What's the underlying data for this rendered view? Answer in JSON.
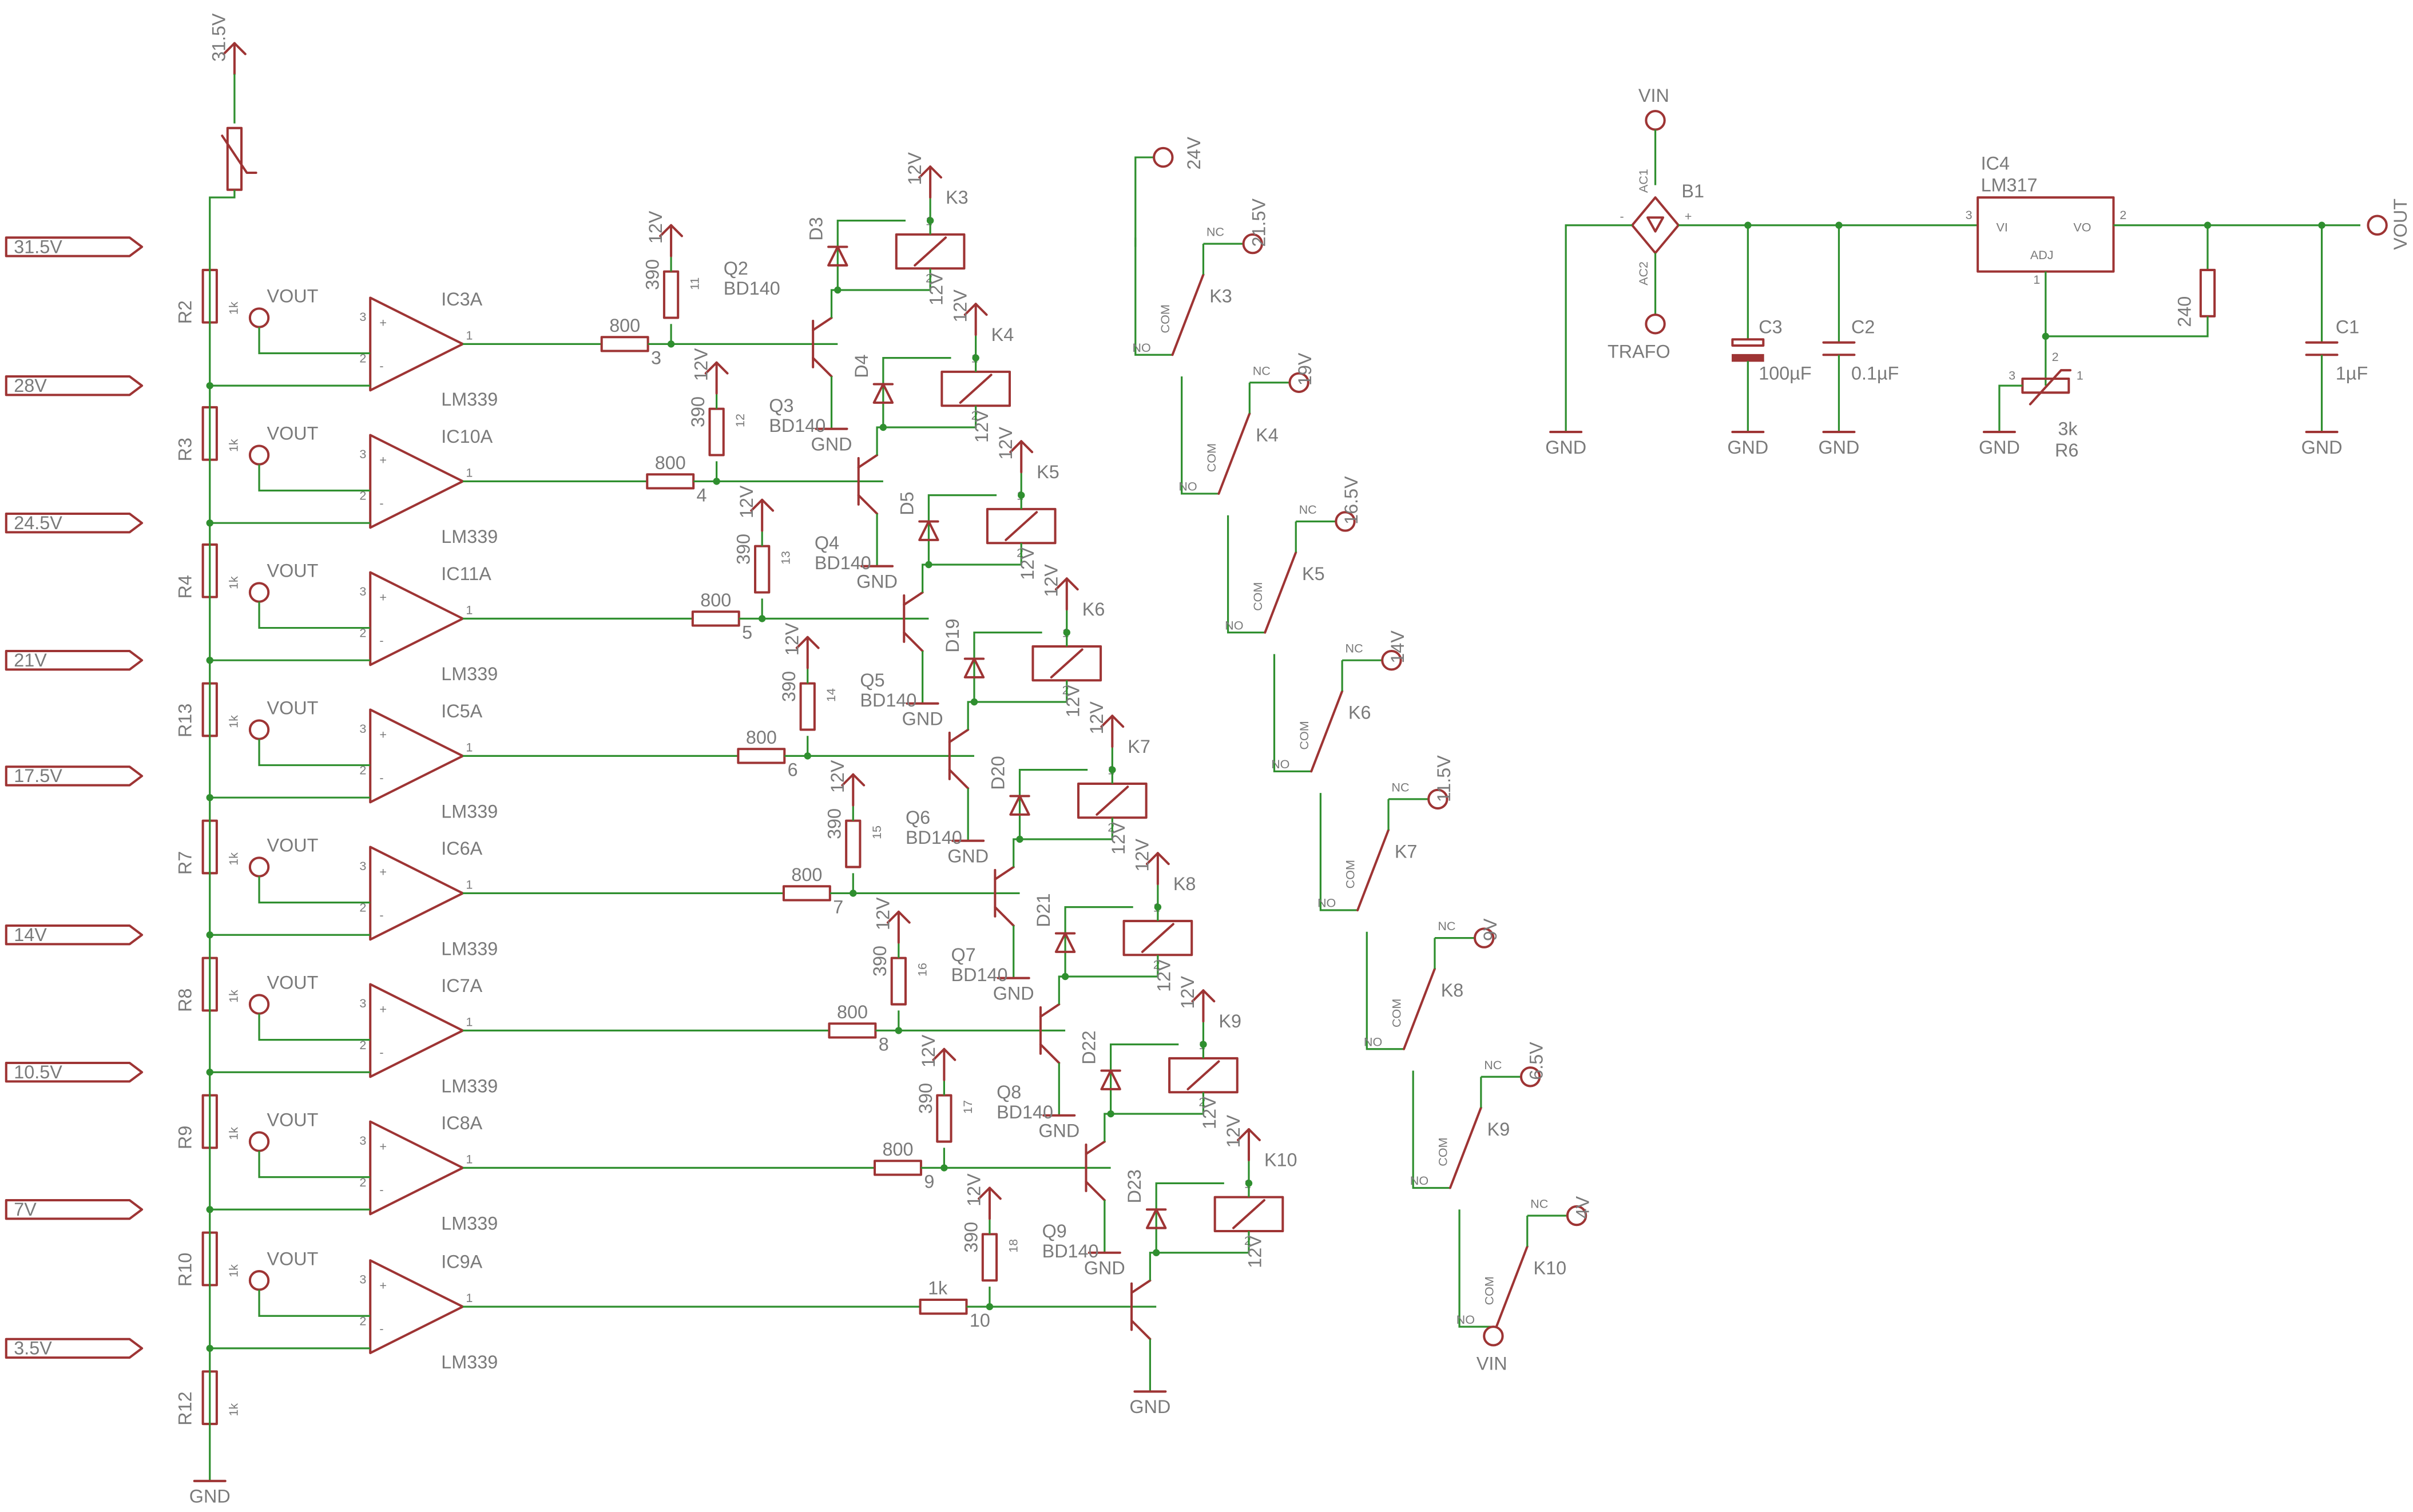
{
  "supply": {
    "top_rail": "31.5V",
    "vout": "VOUT",
    "gnd": "GND",
    "relay_supply": "12V",
    "vin": "VIN"
  },
  "divider": {
    "resistors": [
      {
        "ref": "R2",
        "value": "1k"
      },
      {
        "ref": "R3",
        "value": "1k"
      },
      {
        "ref": "R4",
        "value": "1k"
      },
      {
        "ref": "R13",
        "value": "1k"
      },
      {
        "ref": "R7",
        "value": "1k"
      },
      {
        "ref": "R8",
        "value": "1k"
      },
      {
        "ref": "R9",
        "value": "1k"
      },
      {
        "ref": "R10",
        "value": "1k"
      },
      {
        "ref": "R12",
        "value": "1k"
      }
    ]
  },
  "taps": [
    "31.5V",
    "28V",
    "24.5V",
    "21V",
    "17.5V",
    "14V",
    "10.5V",
    "7V",
    "3.5V"
  ],
  "pin_numbers": [
    "1",
    "2",
    "3"
  ],
  "channels": [
    {
      "comp": "IC3A",
      "comp_type": "LM339",
      "base_r": "800",
      "base_r_idx": "3",
      "pull_r": "390",
      "pull_r_idx": "11",
      "transistor": "Q2",
      "t_type": "BD140",
      "diode": "D3",
      "relay": "K3"
    },
    {
      "comp": "IC10A",
      "comp_type": "LM339",
      "base_r": "800",
      "base_r_idx": "4",
      "pull_r": "390",
      "pull_r_idx": "12",
      "transistor": "Q3",
      "t_type": "BD140",
      "diode": "D4",
      "relay": "K4"
    },
    {
      "comp": "IC11A",
      "comp_type": "LM339",
      "base_r": "800",
      "base_r_idx": "5",
      "pull_r": "390",
      "pull_r_idx": "13",
      "transistor": "Q4",
      "t_type": "BD140",
      "diode": "D5",
      "relay": "K5"
    },
    {
      "comp": "IC5A",
      "comp_type": "LM339",
      "base_r": "800",
      "base_r_idx": "6",
      "pull_r": "390",
      "pull_r_idx": "14",
      "transistor": "Q5",
      "t_type": "BD140",
      "diode": "D19",
      "relay": "K6"
    },
    {
      "comp": "IC6A",
      "comp_type": "LM339",
      "base_r": "800",
      "base_r_idx": "7",
      "pull_r": "390",
      "pull_r_idx": "15",
      "transistor": "Q6",
      "t_type": "BD140",
      "diode": "D20",
      "relay": "K7"
    },
    {
      "comp": "IC7A",
      "comp_type": "LM339",
      "base_r": "800",
      "base_r_idx": "8",
      "pull_r": "390",
      "pull_r_idx": "16",
      "transistor": "Q7",
      "t_type": "BD140",
      "diode": "D21",
      "relay": "K8"
    },
    {
      "comp": "IC8A",
      "comp_type": "LM339",
      "base_r": "800",
      "base_r_idx": "9",
      "pull_r": "390",
      "pull_r_idx": "17",
      "transistor": "Q8",
      "t_type": "BD140",
      "diode": "D22",
      "relay": "K9"
    },
    {
      "comp": "IC9A",
      "comp_type": "LM339",
      "base_r": "1k",
      "base_r_idx": "10",
      "pull_r": "390",
      "pull_r_idx": "18",
      "transistor": "Q9",
      "t_type": "BD140",
      "diode": "D23",
      "relay": "K10"
    }
  ],
  "switches": [
    {
      "relay": "K3",
      "out": "24V",
      "nc": "21.5V"
    },
    {
      "relay": "K4",
      "out": "",
      "nc": "19V"
    },
    {
      "relay": "K5",
      "out": "",
      "nc": "16.5V"
    },
    {
      "relay": "K6",
      "out": "",
      "nc": "14V"
    },
    {
      "relay": "K7",
      "out": "",
      "nc": "11.5V"
    },
    {
      "relay": "K8",
      "out": "",
      "nc": "9V"
    },
    {
      "relay": "K9",
      "out": "",
      "nc": "6.5V"
    },
    {
      "relay": "K10",
      "out": "",
      "nc": "4V"
    }
  ],
  "switch_labels": {
    "nc": "NC",
    "no": "NO",
    "com": "COM"
  },
  "regulator": {
    "vin": "VIN",
    "bridge": {
      "ref": "B1",
      "ac1": "AC1",
      "ac2": "AC2",
      "plus": "+",
      "minus": "-"
    },
    "trafo": "TRAFO",
    "ic": {
      "ref": "IC4",
      "type": "LM317",
      "vi": "VI",
      "vo": "VO",
      "adj": "ADJ",
      "pin_vi": "3",
      "pin_vo": "2",
      "pin_adj": "1"
    },
    "caps": [
      {
        "ref": "C3",
        "value": "100µF"
      },
      {
        "ref": "C2",
        "value": "0.1µF"
      },
      {
        "ref": "C1",
        "value": "1µF"
      }
    ],
    "r_240": "240",
    "pot": {
      "ref": "R6",
      "value": "3k",
      "pins": [
        "3",
        "2",
        "1"
      ]
    },
    "vout": "VOUT",
    "gnd": "GND"
  }
}
